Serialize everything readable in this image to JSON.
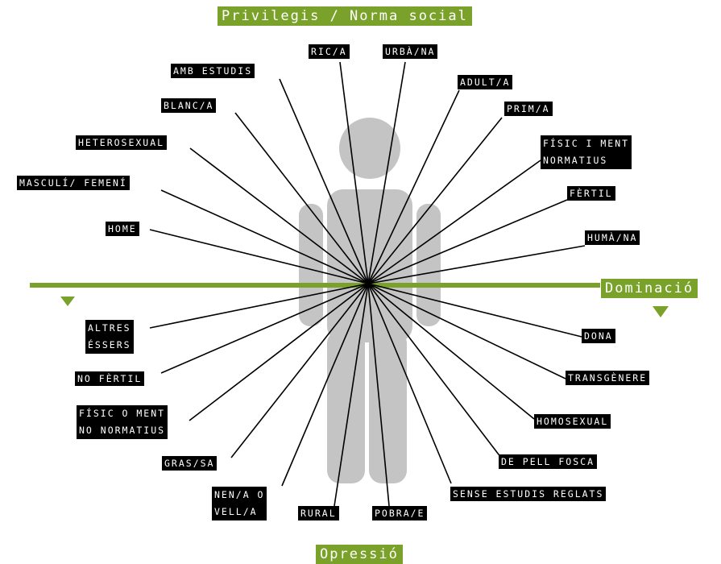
{
  "headings": {
    "top": "Privilegis / Norma social",
    "right": "Dominació",
    "bottom": "Opressió"
  },
  "colors": {
    "accent": "#7aa22b",
    "figure": "#c4c4c4",
    "tag_bg": "#000000",
    "line": "#000000"
  },
  "privilege_labels": [
    "HOME",
    "MASCULÍ/ FEMENÍ",
    "HETEROSEXUAL",
    "BLANC/A",
    "AMB ESTUDIS",
    "RIC/A",
    "URBÀ/NA",
    "ADULT/A",
    "PRIM/A",
    "FÍSIC I MENT NORMATIUS",
    "FÈRTIL",
    "HUMÀ/NA"
  ],
  "oppression_labels": [
    "ALTRES ÉSSERS",
    "NO FÈRTIL",
    "FÍSIC O MENT NO NORMATIUS",
    "GRAS/SA",
    "NEN/A O VELL/A",
    "RURAL",
    "POBRA/E",
    "SENSE ESTUDIS REGLATS",
    "DE PELL FOSCA",
    "HOMOSEXUAL",
    "TRANSGÈNERE",
    "DONA"
  ],
  "icons": [
    "human-figure-icon",
    "triangle-down-icon"
  ]
}
